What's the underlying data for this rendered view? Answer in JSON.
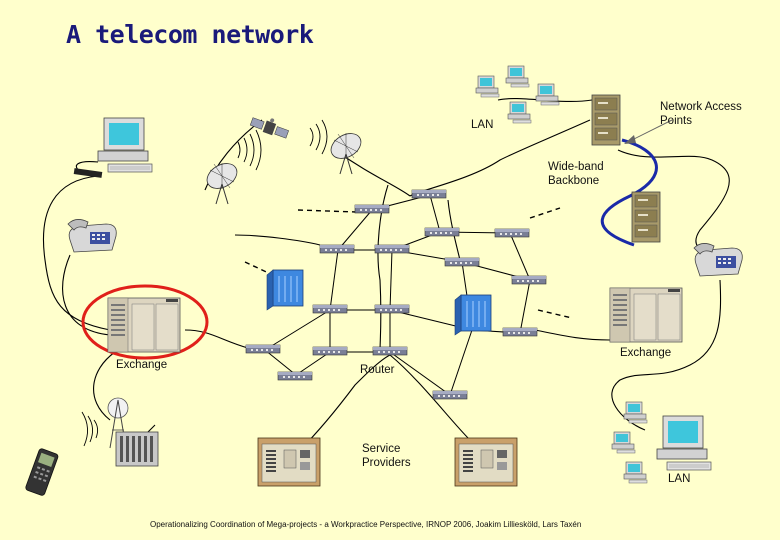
{
  "title": "A telecom network",
  "labels": {
    "lan_top": "LAN",
    "network_access_points_1": "Network Access",
    "network_access_points_2": "Points",
    "wideband_1": "Wide-band",
    "wideband_2": "Backbone",
    "exchange_left": "Exchange",
    "exchange_right": "Exchange",
    "router": "Router",
    "service_providers_1": "Service",
    "service_providers_2": "Providers",
    "lan_bottom": "LAN"
  },
  "footer": "Operationalizing Coordination of Mega-projects - a Workpractice Perspective, IRNOP 2006, Joakim Lilliesköld, Lars Taxén",
  "colors": {
    "background": "#ffffcc",
    "title": "#1a1a7a",
    "highlight_ring": "#e0201a",
    "backbone_link": "#1a2aa8",
    "cable": "#000000"
  }
}
